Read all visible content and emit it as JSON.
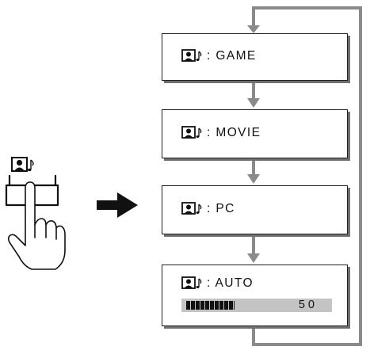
{
  "modes": [
    {
      "label": ": GAME"
    },
    {
      "label": ": MOVIE"
    },
    {
      "label": ": PC"
    },
    {
      "label": ": AUTO",
      "bar_value": "50",
      "bar_level": 0.34
    }
  ],
  "icons": {
    "mode_icon": "picture-mode-icon",
    "button_icon": "picture-mode-icon",
    "hand_icon": "pressing-hand-icon",
    "arrow_icon": "arrow-right-icon"
  },
  "colors": {
    "box_border": "#222222",
    "box_shadow": "#6f6f6f",
    "connector": "#8a8a8a",
    "bar_background": "#c4c4c4"
  }
}
